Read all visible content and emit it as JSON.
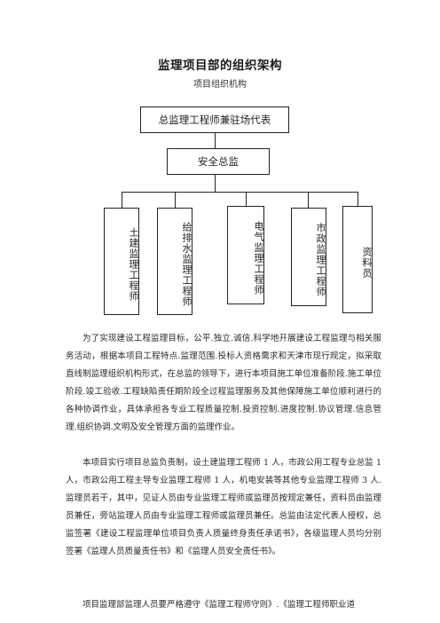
{
  "doc": {
    "title": "监理项目部的组织架构",
    "subtitle": "项目组织机构"
  },
  "org": {
    "top": "总监理工程师兼驻场代表",
    "middle": "安全总监",
    "roles": [
      "土建监理工程师",
      "给排水监理工程师",
      "电气监理工程师",
      "市政监理工程师",
      "资料员"
    ]
  },
  "paragraphs": [
    "为了实现建设工程监理目标，公平.独立.诚信.科学地开展建设工程监理与相关服务活动，根据本项目工程特点.监理范围.投标人资格需求和天津市现行规定，拟采取直线制监理组织机构形式，在总监的领导下，进行本项目施工单位准备阶段.施工单位阶段.竣工验收.工程缺陷责任期阶段全过程监理服务及其他保障施工单位顺利进行的各种协调作业，具体承担各专业工程质量控制.投资控制.进度控制.协议管理.信息管理.组织协调.文明及安全管理方面的监理作业。",
    "本项目实行项目总监负责制，设土建监理工程师 1 人，市政公用工程专业总监 1 人，市政公用工程主导专业监理工程师 1 人，机电安装等其他专业监理工程师 3 人.监理员若干，其中，见证人员由专业监理工程师或监理员按规定兼任，资料员由监理员兼任，旁站监理人员由专业监理工程师或监理员兼任。总监由法定代表人授权，总监签署《建设工程监理单位项目负责人质量终身责任承诺书》，各级监理人员均分别签署《监理人员质量责任书》和《监理人员安全责任书》。",
    "项目监理部监理人员要严格遵守《监理工程师守则》.《监理工程师职业道"
  ]
}
